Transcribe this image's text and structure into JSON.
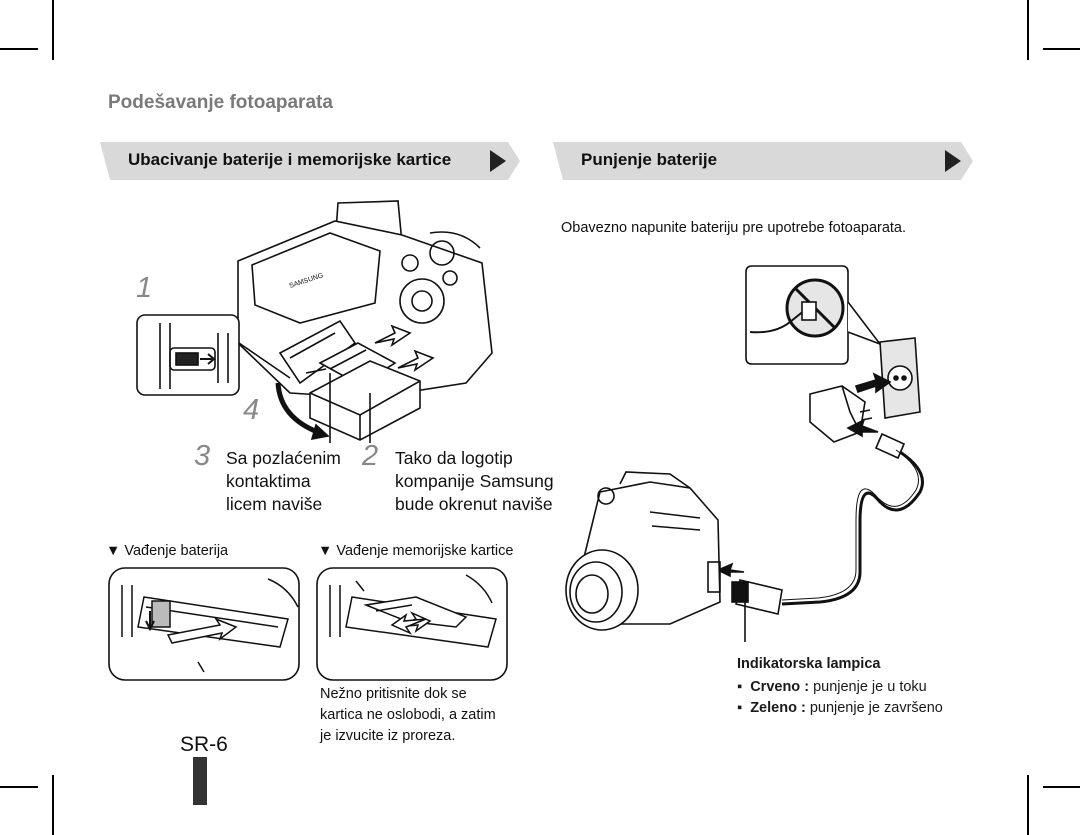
{
  "page": {
    "section_title": "Podešavanje fotoaparata",
    "page_number": "SR-6"
  },
  "left": {
    "header": "Ubacivanje baterije i memorijske kartice",
    "step1_number": "1",
    "step4_number": "4",
    "step3_number": "3",
    "step3_text": [
      "Sa pozlaćenim",
      "kontaktima",
      "licem naviše"
    ],
    "step2_number": "2",
    "step2_text": [
      "Tako da logotip",
      "kompanije Samsung",
      "bude okrenut naviše"
    ],
    "remove_battery_label": "▼ Vađenje baterija",
    "remove_card_label": "▼ Vađenje memorijske kartice",
    "card_note": [
      "Nežno pritisnite dok se",
      "kartica ne oslobodi, a zatim",
      "je izvucite iz proreza."
    ],
    "camera_brand": "SAMSUNG"
  },
  "right": {
    "header": "Punjenje baterije",
    "intro": "Obavezno napunite bateriju pre upotrebe fotoaparata.",
    "indicator_title": "Indikatorska lampica",
    "indicator_items": [
      {
        "color": "Crveno",
        "sep": " : ",
        "text": "punjenje je u toku"
      },
      {
        "color": "Zeleno",
        "sep": " : ",
        "text": "punjenje je završeno"
      }
    ]
  },
  "colors": {
    "bar_fill": "#d9d9d9",
    "title_gray": "#7a7a7a",
    "line": "#111111"
  }
}
